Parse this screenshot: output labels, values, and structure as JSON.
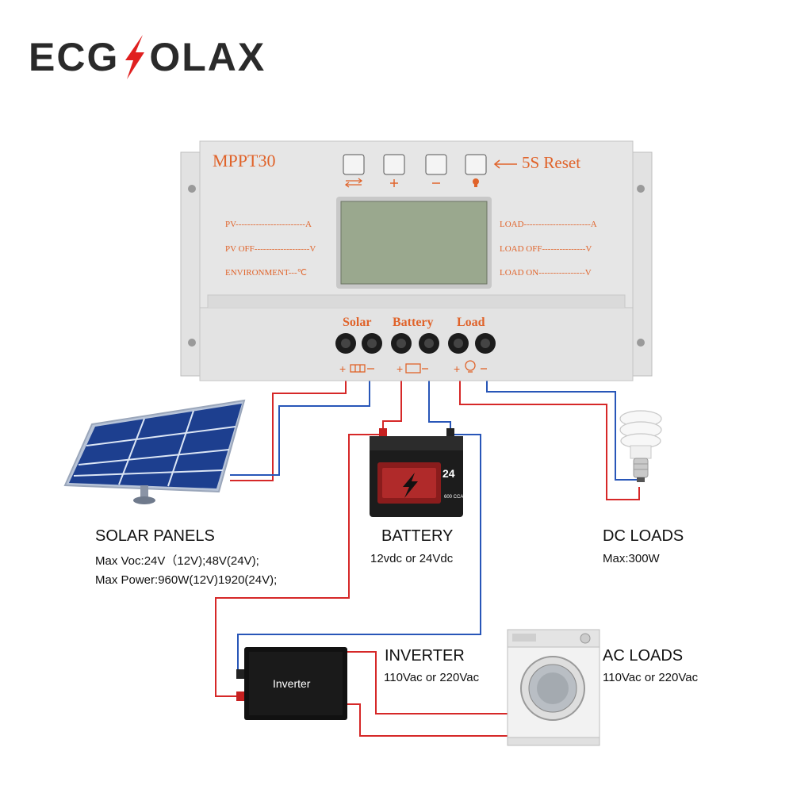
{
  "brand": {
    "part1": "ECG",
    "part2": "OLAX",
    "bolt_color": "#e02020"
  },
  "controller": {
    "model": "MPPT30",
    "reset_label": "5S Reset",
    "buttons": [
      "menu-arrows-icon",
      "plus-icon",
      "minus-icon",
      "bulb-icon"
    ],
    "left_params": [
      "PV------------------------A",
      "PV OFF-------------------V",
      "ENVIRONMENT---℃"
    ],
    "right_params": [
      "LOAD-----------------------A",
      "LOAD OFF---------------V",
      "LOAD ON----------------V"
    ],
    "terminal_labels": [
      "Solar",
      "Battery",
      "Load"
    ],
    "body_color": "#e6e6e6",
    "text_color": "#e0632a",
    "lcd_color": "#9aa88e"
  },
  "solar": {
    "title": "SOLAR PANELS",
    "line1": "Max Voc:24V（12V);48V(24V);",
    "line2": "Max Power:960W(12V)1920(24V);"
  },
  "battery": {
    "title": "BATTERY",
    "line1": "12vdc or 24Vdc",
    "badge": "24",
    "cca": "600 CCA"
  },
  "dc_loads": {
    "title": "DC LOADS",
    "line1": "Max:300W"
  },
  "inverter": {
    "title": "INVERTER",
    "line1": "110Vac or 220Vac",
    "device_label": "Inverter"
  },
  "ac_loads": {
    "title": "AC LOADS",
    "line1": "110Vac or 220Vac"
  },
  "wire_colors": {
    "positive": "#d62828",
    "negative": "#2856b8"
  }
}
